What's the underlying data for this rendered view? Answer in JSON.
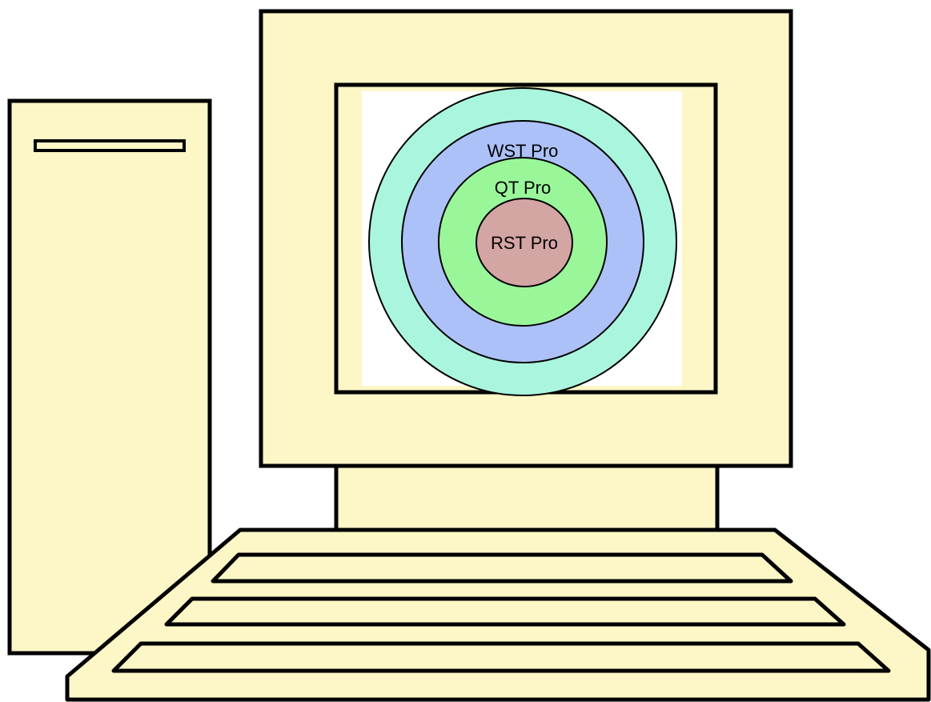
{
  "diagram": {
    "rings": [
      {
        "label": "",
        "color": "#aaf5de"
      },
      {
        "label": "WST Pro",
        "color": "#abc1f7"
      },
      {
        "label": "QT Pro",
        "color": "#99f79a"
      },
      {
        "label": "RST Pro",
        "color": "#d3a5a3"
      }
    ]
  },
  "colors": {
    "computer_fill": "#fdf6c7",
    "outline": "#000000",
    "screen_background": "#ffffff"
  },
  "icons": {
    "computer": "desktop-computer-icon"
  }
}
